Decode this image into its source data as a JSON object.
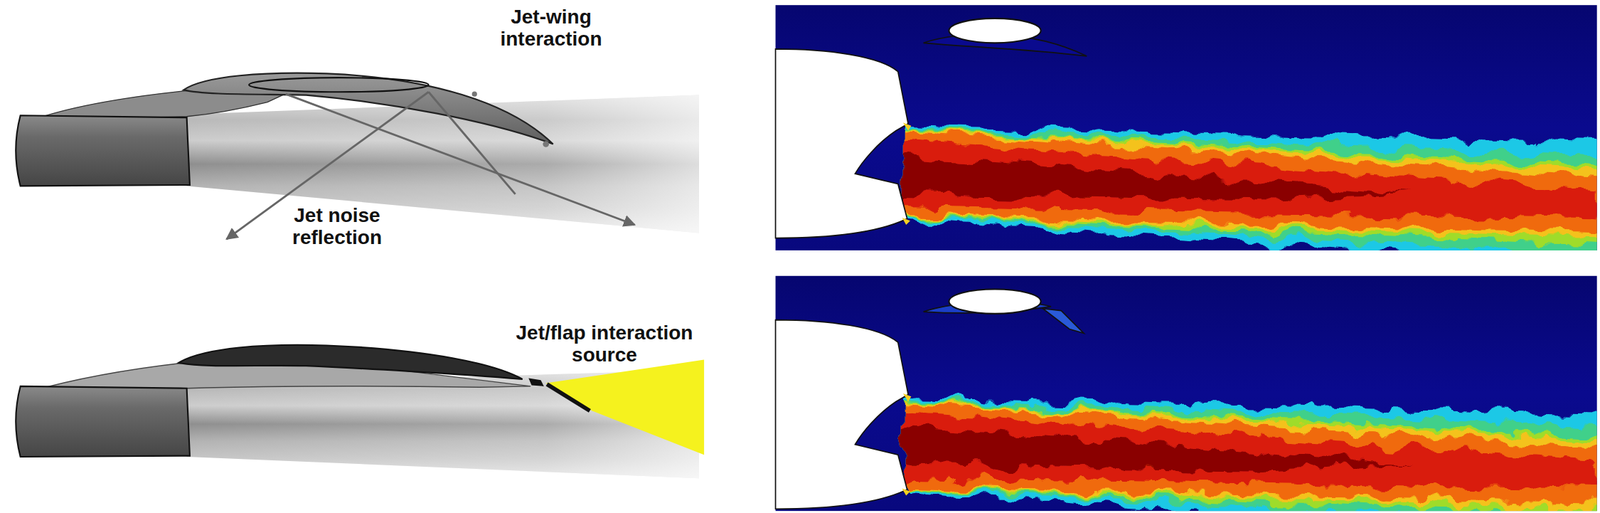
{
  "diagram": {
    "labels": [
      "Jet-wing interaction",
      "Jet noise reflection",
      "Jet/flap interaction source"
    ]
  }
}
